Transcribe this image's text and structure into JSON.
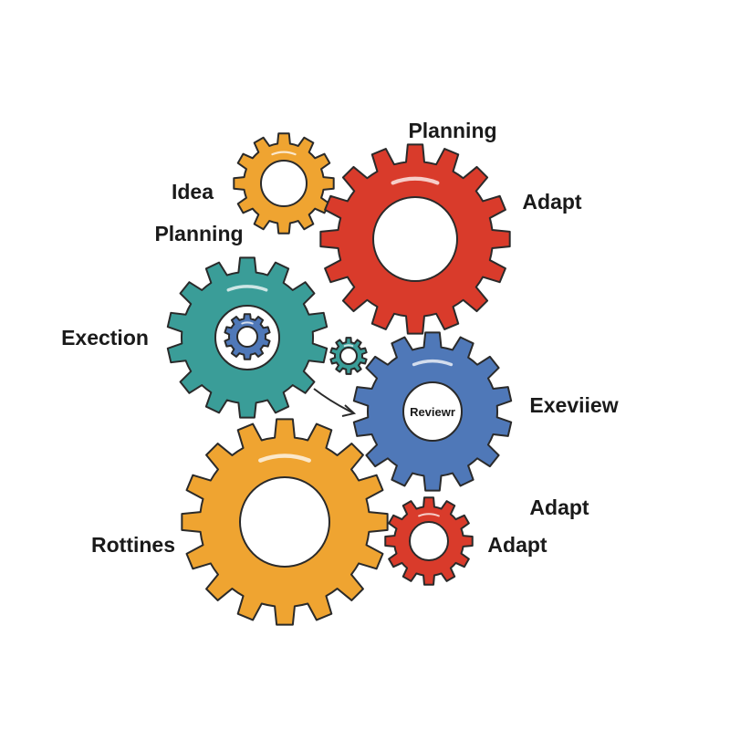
{
  "diagram": {
    "labels": {
      "planning_top": "Planning",
      "idea": "Idea",
      "adapt_top": "Adapt",
      "planning_left": "Planning",
      "exection": "Exection",
      "exeviiew": "Exeviiew",
      "adapt_lower": "Adapt",
      "adapt_bottom": "Adapt",
      "rottines": "Rottines",
      "review_center": "Reviewr"
    },
    "colors": {
      "orange": "#EFA431",
      "red": "#D93B2B",
      "teal": "#3A9D98",
      "blue": "#4F78B8",
      "outline": "#2a2a2a"
    }
  }
}
